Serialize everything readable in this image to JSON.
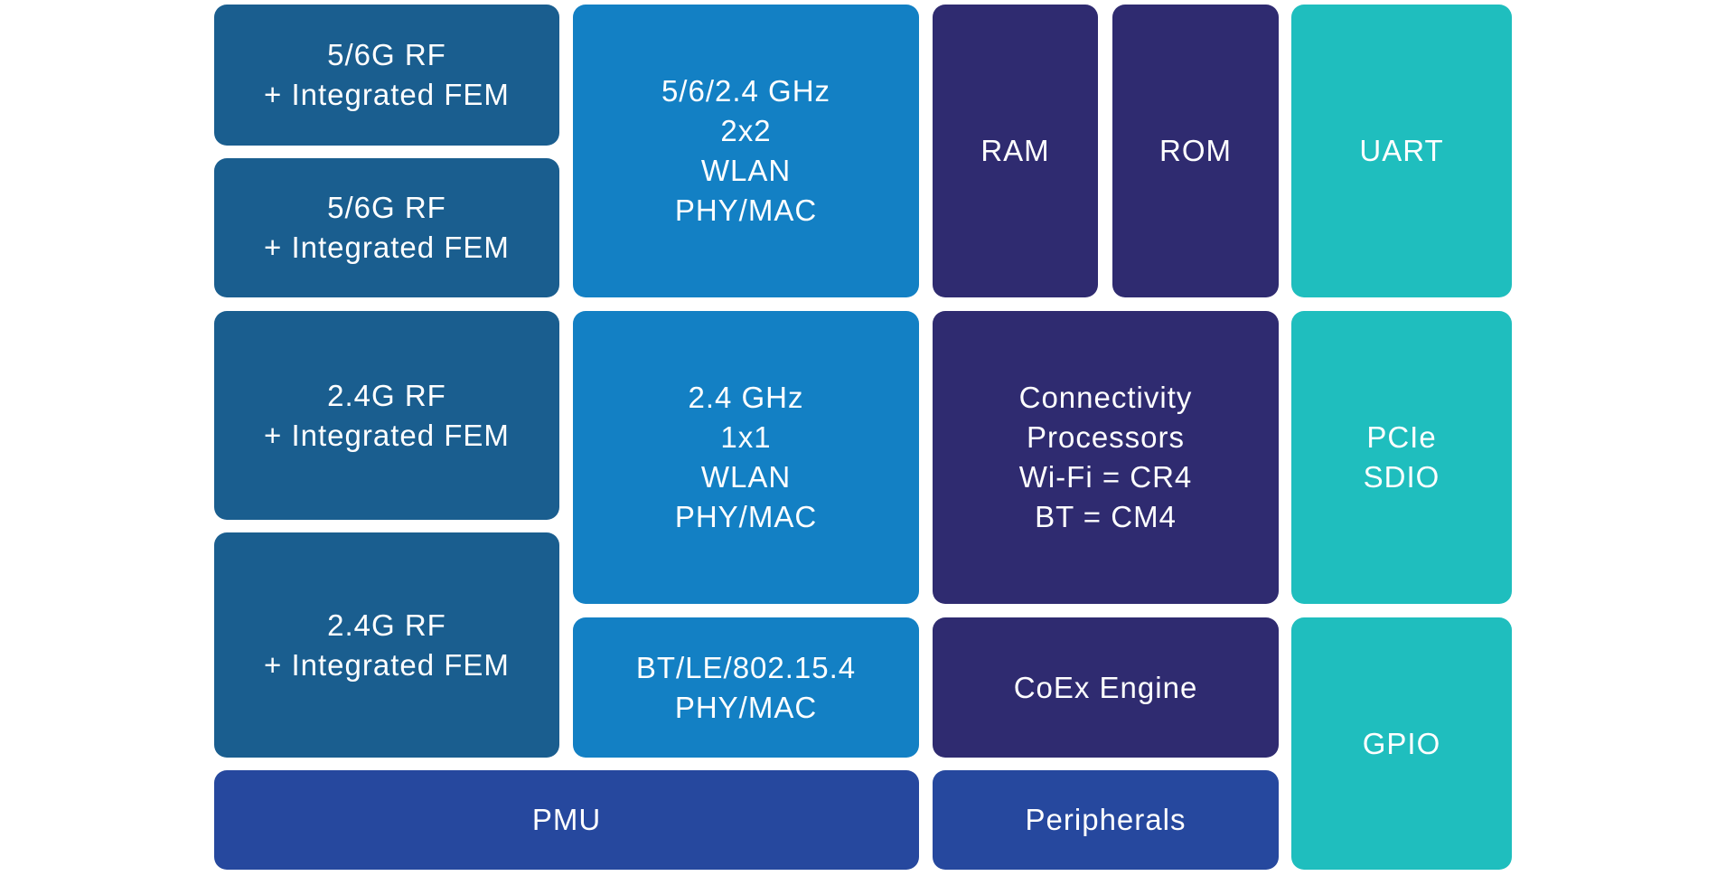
{
  "diagram": {
    "type": "block-diagram",
    "colors": {
      "rf": "#1a5e8f",
      "wlan": "#1380c4",
      "processing": "#2f2b70",
      "interfaces": "#1fbebe",
      "power_peripherals": "#26489e",
      "text": "#ffffff",
      "background": "#ffffff"
    },
    "blocks": {
      "rf_5_6g_1": {
        "lines": "5/6G RF\n+ Integrated FEM"
      },
      "rf_5_6g_2": {
        "lines": "5/6G RF\n+ Integrated FEM"
      },
      "rf_2_4g_1": {
        "lines": "2.4G RF\n+ Integrated FEM"
      },
      "rf_2_4g_2": {
        "lines": "2.4G RF\n+ Integrated FEM"
      },
      "wlan_2x2": {
        "lines": "5/6/2.4 GHz\n2x2\nWLAN\nPHY/MAC"
      },
      "wlan_1x1": {
        "lines": "2.4 GHz\n1x1\nWLAN\nPHY/MAC"
      },
      "bt_phy": {
        "lines": "BT/LE/802.15.4\nPHY/MAC"
      },
      "pmu": {
        "lines": "PMU"
      },
      "ram": {
        "lines": "RAM"
      },
      "rom": {
        "lines": "ROM"
      },
      "connectivity": {
        "lines": "Connectivity\nProcessors\nWi-Fi = CR4\nBT = CM4"
      },
      "coex": {
        "lines": "CoEx Engine"
      },
      "peripherals": {
        "lines": "Peripherals"
      },
      "uart": {
        "lines": "UART"
      },
      "pcie_sdio": {
        "lines": "PCIe\nSDIO"
      },
      "gpio": {
        "lines": "GPIO"
      }
    }
  }
}
